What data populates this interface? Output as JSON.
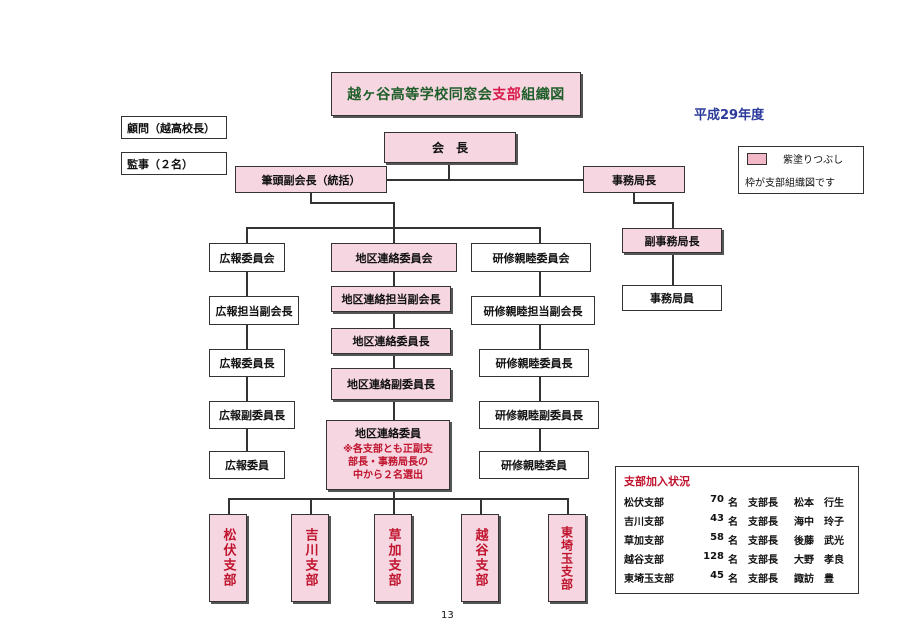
{
  "title": {
    "prefix": "越ヶ谷高等学校同窓会",
    "highlight": "支部",
    "suffix": "組織図"
  },
  "fiscal_year": "平成29年度",
  "advisor": "顧問（越高校長）",
  "auditor": "監事（２名）",
  "president": "会　長",
  "senior_vp": "筆頭副会長（統括）",
  "secretary_general": "事務局長",
  "vice_secretary_general": "副事務局長",
  "secretariat_member": "事務局員",
  "legend": {
    "line1": "紫塗りつぶし",
    "line2": "枠が支部組織図です"
  },
  "pr_column": [
    "広報委員会",
    "広報担当副会長",
    "広報委員長",
    "広報副委員長",
    "広報委員"
  ],
  "district_column": [
    "地区連絡委員会",
    "地区連絡担当副会長",
    "地区連絡委員長",
    "地区連絡副委員長"
  ],
  "district_member": {
    "label": "地区連絡委員",
    "note_line1": "※各支部とも正副支",
    "note_line2": "部長・事務局長の",
    "note_line3": "中から２名選出"
  },
  "training_column": [
    "研修親睦委員会",
    "研修親睦担当副会長",
    "研修親睦委員長",
    "研修親睦副委員長",
    "研修親睦委員"
  ],
  "branches": [
    "松伏支部",
    "吉川支部",
    "草加支部",
    "越谷支部",
    "東埼玉支部"
  ],
  "membership": {
    "title": "支部加入状況",
    "rows": [
      {
        "branch": "松伏支部",
        "count": "70",
        "unit": "名",
        "role": "支部長",
        "name": "松本　行生"
      },
      {
        "branch": "吉川支部",
        "count": "43",
        "unit": "名",
        "role": "支部長",
        "name": "海中　玲子"
      },
      {
        "branch": "草加支部",
        "count": "58",
        "unit": "名",
        "role": "支部長",
        "name": "後藤　武光"
      },
      {
        "branch": "越谷支部",
        "count": "128",
        "unit": "名",
        "role": "支部長",
        "name": "大野　孝良"
      },
      {
        "branch": "東埼玉支部",
        "count": "45",
        "unit": "名",
        "role": "支部長",
        "name": "諏訪　豊"
      }
    ]
  },
  "page_number": "13",
  "colors": {
    "highlight_fill": "#f6d6e0",
    "accent_red": "#c0142e",
    "title_green": "#1f5e2a",
    "year_blue": "#2b3a9a"
  }
}
